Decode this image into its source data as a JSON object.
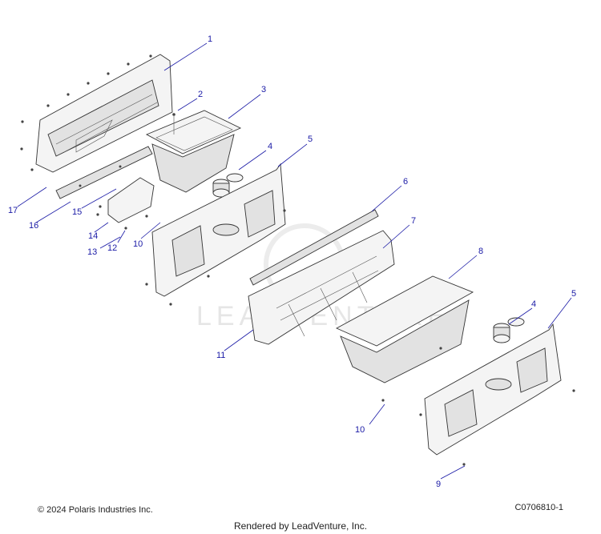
{
  "callouts": {
    "c1": "1",
    "c2": "2",
    "c3": "3",
    "c4a": "4",
    "c4b": "4",
    "c5a": "5",
    "c5b": "5",
    "c6": "6",
    "c7": "7",
    "c8": "8",
    "c9": "9",
    "c10a": "10",
    "c10b": "10",
    "c11": "11",
    "c12": "12",
    "c13": "13",
    "c14": "14",
    "c15": "15",
    "c16": "16",
    "c17": "17"
  },
  "watermark": "LEADVENTURE",
  "footer": {
    "copyright": "© 2024 Polaris Industries Inc.",
    "diagram_id": "C0706810-1",
    "rendered_by": "Rendered by LeadVenture, Inc."
  }
}
